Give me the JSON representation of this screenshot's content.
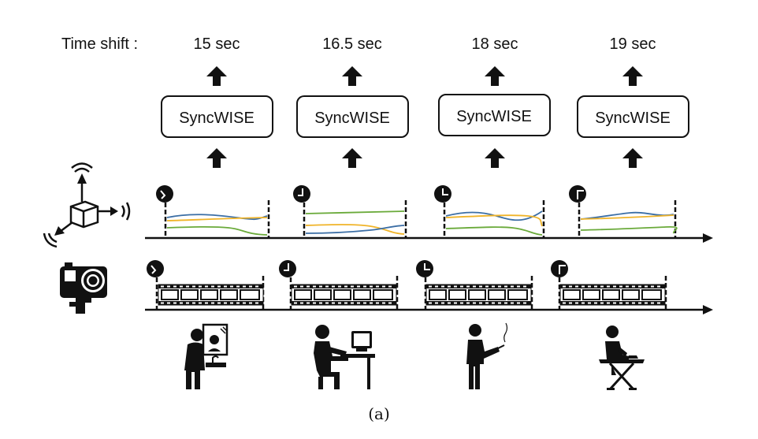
{
  "time_shift_label": "Time shift :",
  "segments": [
    {
      "shift": "15 sec",
      "box_label": "SyncWISE",
      "activity_icon": "person-looking-in-mirror-icon"
    },
    {
      "shift": "16.5 sec",
      "box_label": "SyncWISE",
      "activity_icon": "person-at-computer-icon"
    },
    {
      "shift": "18 sec",
      "box_label": "SyncWISE",
      "activity_icon": "person-smoking-icon"
    },
    {
      "shift": "19 sec",
      "box_label": "SyncWISE",
      "activity_icon": "person-ironing-icon"
    }
  ],
  "sensor_icon": "imu-axes-cube-icon",
  "camera_icon": "action-camera-icon",
  "signal_colors": {
    "blue": "#3b6ea5",
    "orange": "#f0b429",
    "green": "#6aaa3a"
  },
  "caption": "(a)"
}
